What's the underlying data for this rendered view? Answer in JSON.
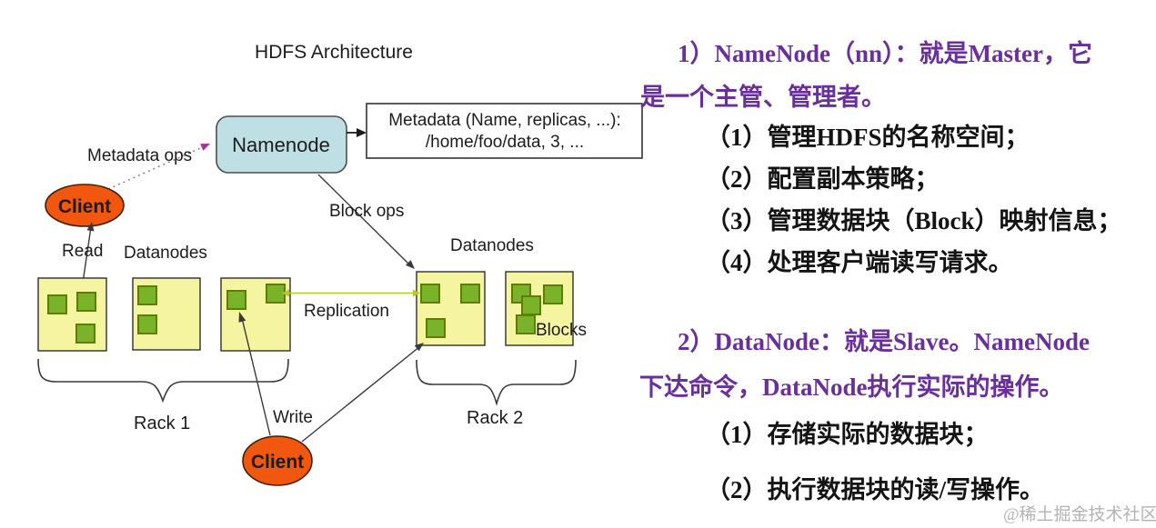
{
  "diagram": {
    "title": "HDFS Architecture",
    "namenode_label": "Namenode",
    "metadata_box": {
      "line1": "Metadata (Name, replicas, ...):",
      "line2": "/home/foo/data, 3, ..."
    },
    "labels": {
      "metadata_ops": "Metadata ops",
      "block_ops": "Block ops",
      "read": "Read",
      "write": "Write",
      "replication": "Replication",
      "blocks": "Blocks",
      "datanodes_left": "Datanodes",
      "datanodes_right": "Datanodes",
      "rack1": "Rack 1",
      "rack2": "Rack 2",
      "client_top": "Client",
      "client_bottom": "Client"
    },
    "colors": {
      "namenode_fill": "#bedfe3",
      "datanode_box_fill": "#f4f4a1",
      "block_fill": "#79b32a",
      "block_stroke": "#5f7d00",
      "client_fill": "#f1570e",
      "client_text": "#8a1700",
      "replication_line": "#b5c827",
      "metadata_ops_arrow": "#aa2d9a",
      "line_color": "#3a3a3a"
    }
  },
  "notes": {
    "sections": [
      {
        "heading_line1": "1）NameNode（nn）：就是Master，它",
        "heading_line2": "是一个主管、管理者。",
        "items": [
          "（1）管理HDFS的名称空间；",
          "（2）配置副本策略；",
          "（3）管理数据块（Block）映射信息；",
          "（4）处理客户端读写请求。"
        ]
      },
      {
        "heading_line1": "2）DataNode：就是Slave。NameNode",
        "heading_line2": "下达命令，DataNode执行实际的操作。",
        "items": [
          "（1）存储实际的数据块；",
          "（2）执行数据块的读/写操作。"
        ]
      }
    ],
    "heading_color": "#6b2f9d"
  },
  "watermark": "@稀土掘金技术社区"
}
